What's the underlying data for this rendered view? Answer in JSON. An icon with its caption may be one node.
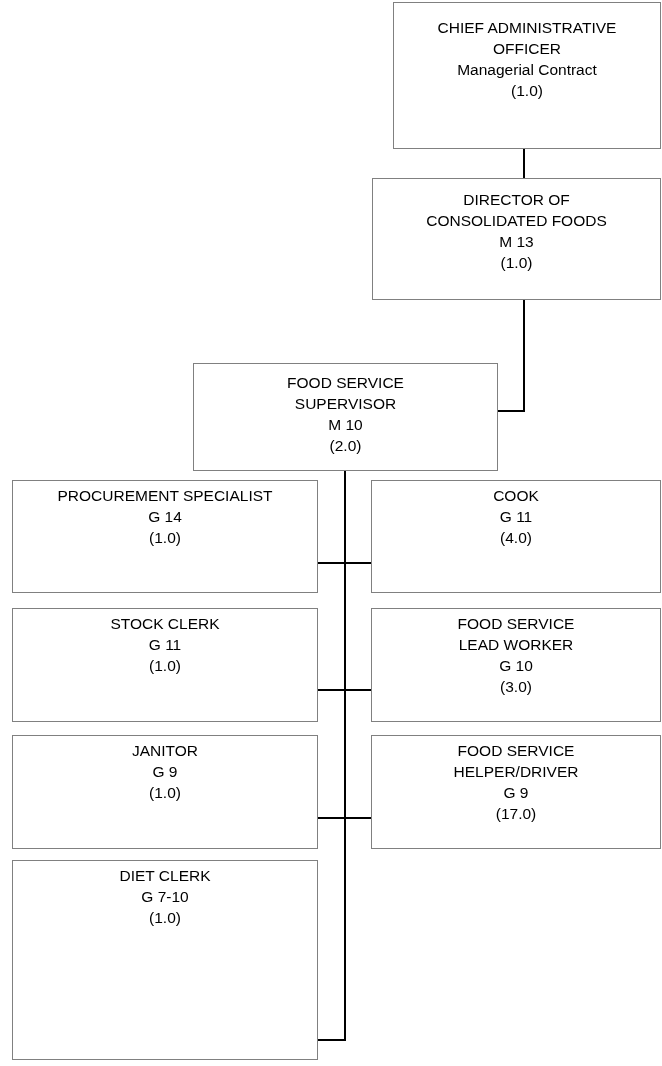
{
  "diagram": {
    "nodes": [
      {
        "text": [
          "CHIEF ADMINISTRATIVE OFFICER",
          "Managerial Contract",
          "(1.0)"
        ]
      },
      {
        "text": [
          "DIRECTOR OF CONSOLIDATED FOODS",
          "M 13",
          "(1.0)"
        ]
      },
      {
        "text": [
          "FOOD SERVICE SUPERVISOR",
          "M 10",
          "(2.0)"
        ]
      },
      {
        "text": [
          "PROCUREMENT SPECIALIST",
          "G 14",
          "(1.0)"
        ]
      },
      {
        "text": [
          "COOK",
          "G 11",
          "(4.0)"
        ]
      },
      {
        "text": [
          "STOCK CLERK",
          "G 11",
          "(1.0)"
        ]
      },
      {
        "text": [
          "FOOD SERVICE LEAD WORKER",
          "G 10",
          "(3.0)"
        ]
      },
      {
        "text": [
          "JANITOR",
          "G 9",
          "(1.0)"
        ]
      },
      {
        "text": [
          "FOOD SERVICE HELPER/DRIVER",
          "G 9",
          "(17.0)"
        ]
      },
      {
        "text": [
          "DIET CLERK",
          "G 7-10",
          "(1.0)"
        ]
      }
    ],
    "edges": [
      {
        "from": 0,
        "to": 1,
        "arrow": "none"
      },
      {
        "from": 1,
        "to": 2,
        "arrow": "none"
      },
      {
        "from": 2,
        "to": 3,
        "arrow": "none"
      },
      {
        "from": 2,
        "to": 4,
        "arrow": "none"
      },
      {
        "from": 2,
        "to": 5,
        "arrow": "none"
      },
      {
        "from": 2,
        "to": 6,
        "arrow": "none"
      },
      {
        "from": 2,
        "to": 7,
        "arrow": "none"
      },
      {
        "from": 2,
        "to": 8,
        "arrow": "none"
      },
      {
        "from": 2,
        "to": 9,
        "arrow": "none"
      }
    ]
  }
}
